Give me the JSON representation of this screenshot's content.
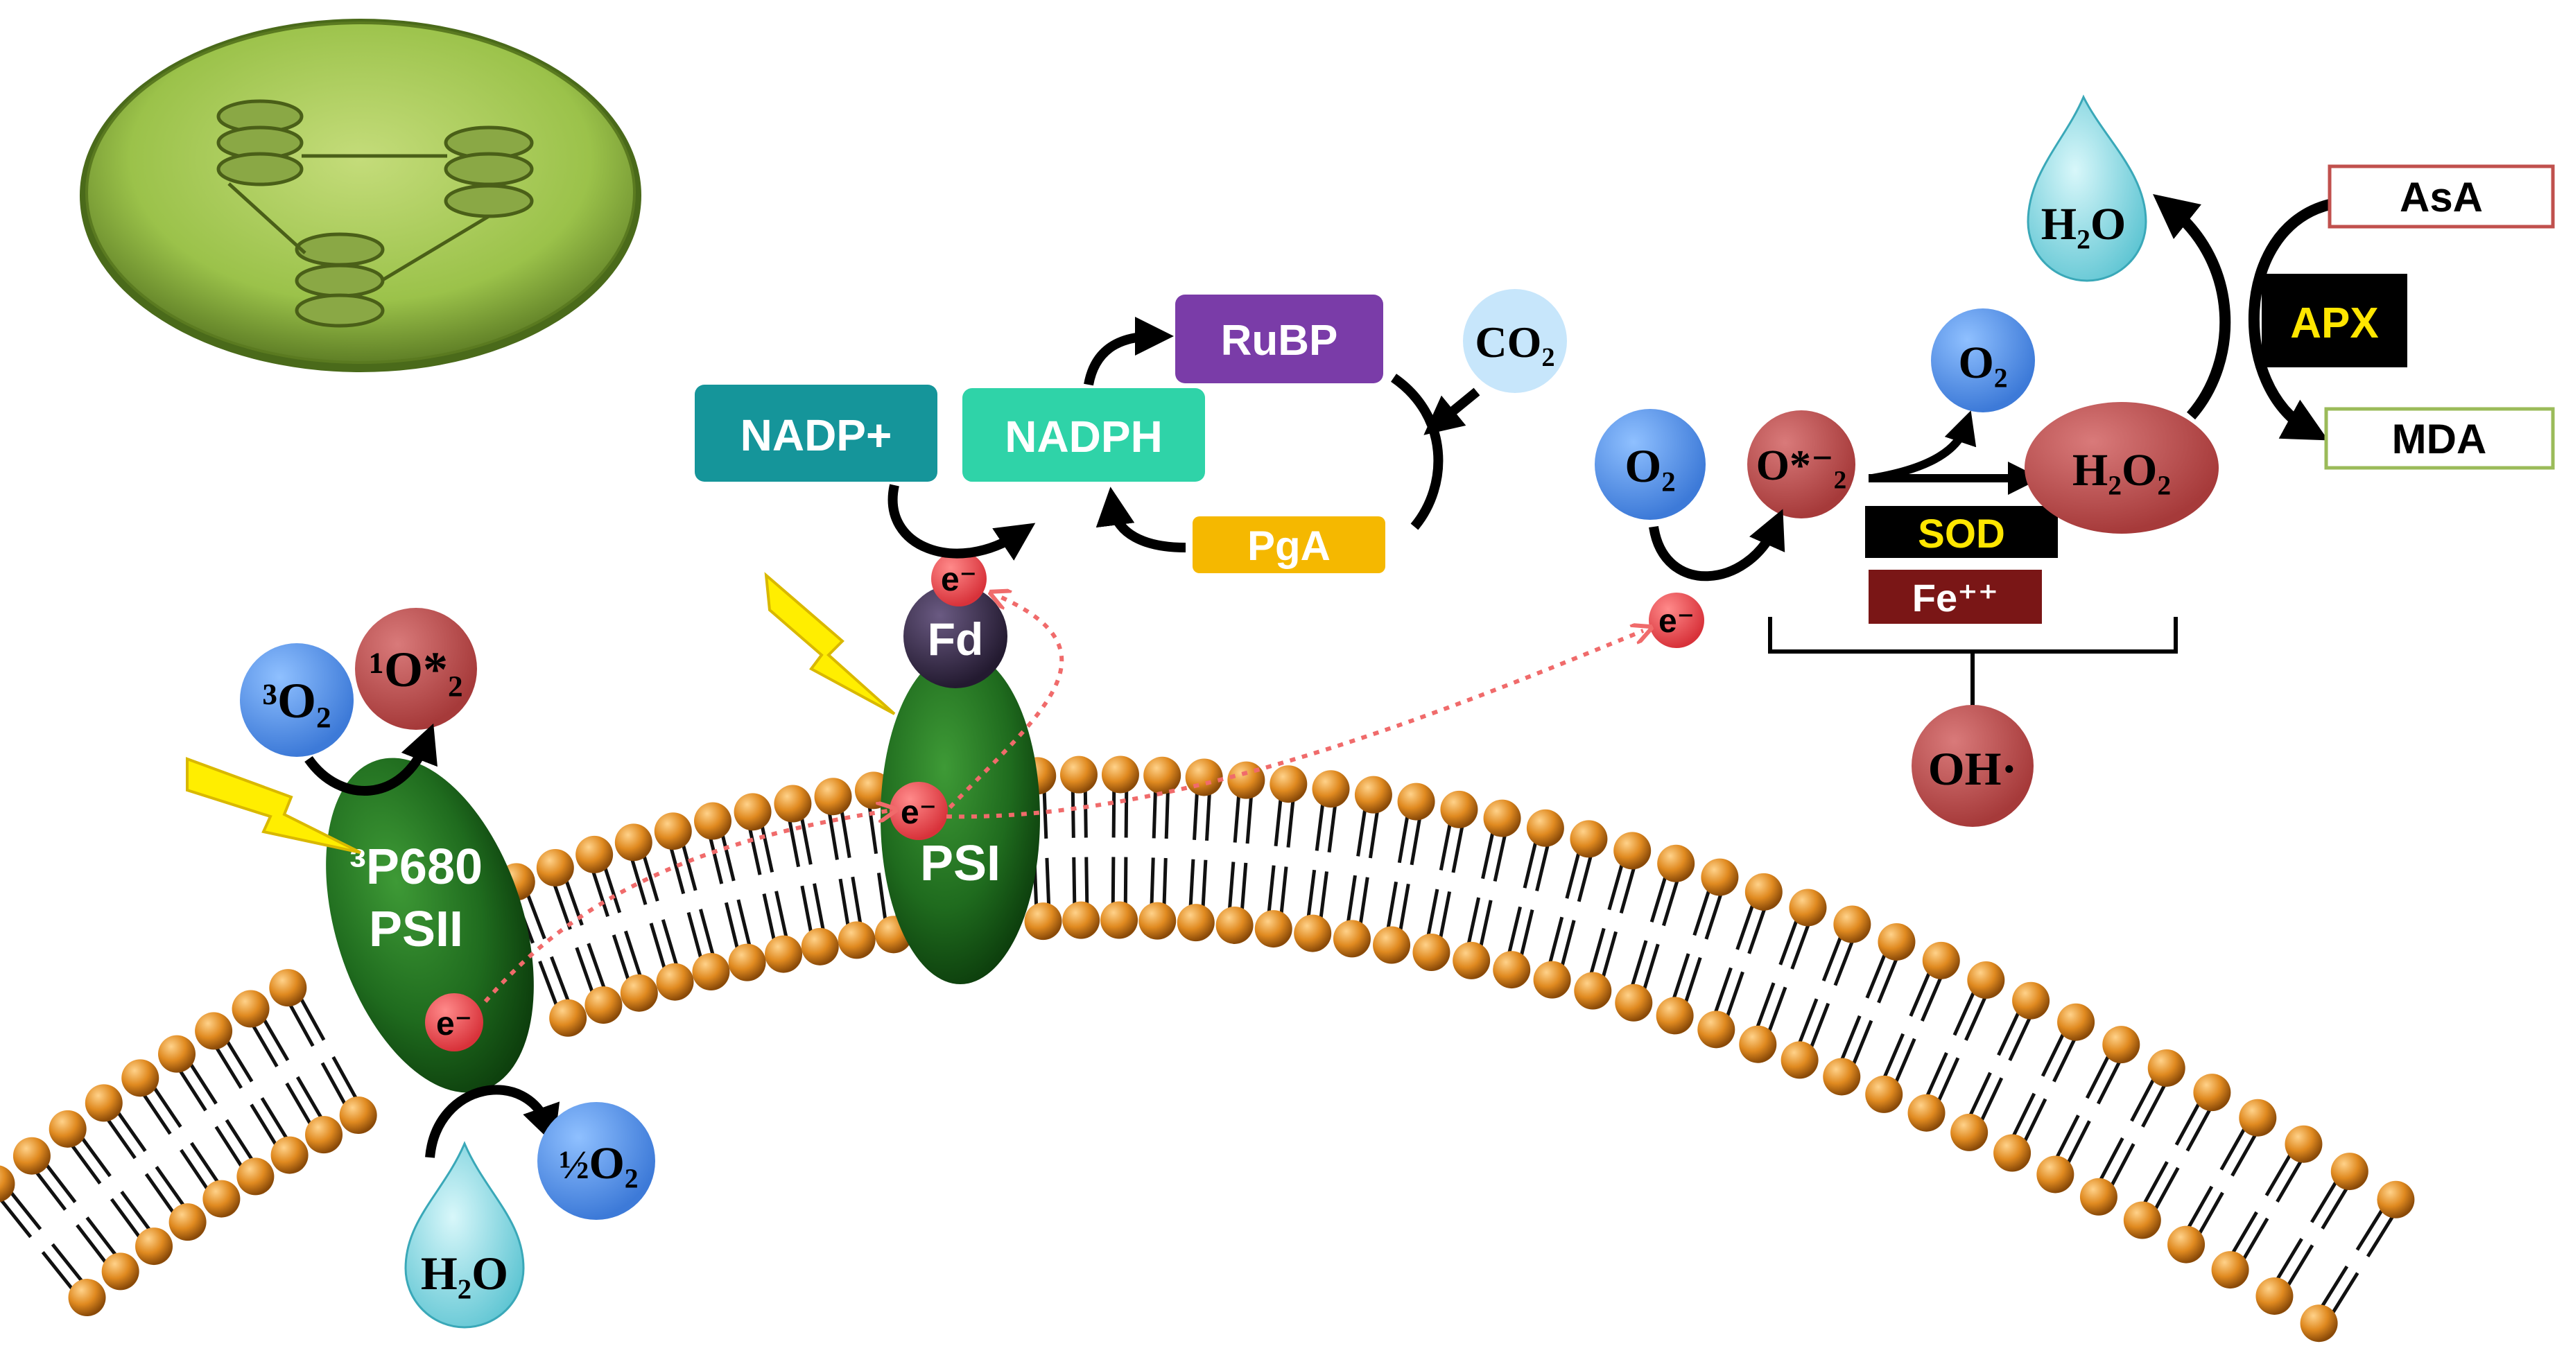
{
  "labels": {
    "psii_line1": "³P680",
    "psii_line2": "PSII",
    "psi": "PSI",
    "fd": "Fd",
    "electron": "e⁻",
    "triplet_o2": "³O₂",
    "singlet_o2": "¹O*₂",
    "half": "½",
    "half_o2_tail": "O₂",
    "water": "H₂O",
    "nadp_plus": "NADP+",
    "nadph": "NADPH",
    "rubp": "RuBP",
    "pga": "PgA",
    "co2": "CO₂",
    "o2": "O₂",
    "superoxide": "O*⁻₂",
    "sod": "SOD",
    "fe": "Fe⁺⁺",
    "oh": "OH·",
    "h2o2": "H₂O₂",
    "apx": "APX",
    "asa": "AsA",
    "mda": "MDA"
  },
  "colors": {
    "chloroplast": "#9bc24a",
    "thylakoid": "#7e9b3a",
    "membrane_head": "#e08a20",
    "protein": "#1f6b1e",
    "fd": "#3a2e4a",
    "electron": "#e8444a",
    "blue_o2": "#4f8fe8",
    "red_species": "#b94a4a",
    "water": "#7fd6e0",
    "co2": "#c7e6fb",
    "nadp_plus": "#15959a",
    "nadph": "#2fd3a8",
    "rubp": "#7a3ca8",
    "pga": "#f5b800",
    "black_box": "#000000",
    "fe_box": "#7a1616",
    "yellow_text": "#ffe600",
    "asa_border": "#c0504d",
    "mda_border": "#9bbb59",
    "lightning": "#ffee00",
    "dotted": "#f06b6b"
  }
}
